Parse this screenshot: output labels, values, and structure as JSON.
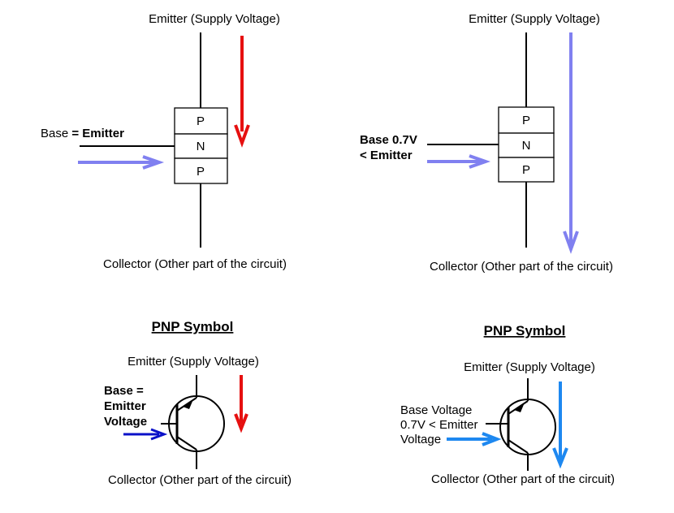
{
  "colors": {
    "red_arrow": "#e61010",
    "lavender_arrow": "#8080f0",
    "navy_arrow": "#0a10c8",
    "blue_arrow": "#1e88f0"
  },
  "panels": {
    "top_left": {
      "emitter_label": "Emitter (Supply Voltage)",
      "base_prefix": "Base ",
      "base_bold": "= Emitter",
      "layers": [
        "P",
        "N",
        "P"
      ],
      "collector_label": "Collector (Other part of the circuit)"
    },
    "top_right": {
      "emitter_label": "Emitter (Supply Voltage)",
      "base_line1": "Base 0.7V",
      "base_line2": "< Emitter",
      "layers": [
        "P",
        "N",
        "P"
      ],
      "collector_label": "Collector (Other part of the circuit)"
    },
    "bottom_left": {
      "title": "PNP Symbol",
      "emitter_label": "Emitter (Supply Voltage)",
      "base_line1": "Base =",
      "base_line2": "Emitter",
      "base_line3": "Voltage",
      "collector_label": "Collector (Other part of the circuit)"
    },
    "bottom_right": {
      "title": "PNP Symbol",
      "emitter_label": "Emitter (Supply Voltage)",
      "base_line1": "Base Voltage",
      "base_line2": "0.7V < Emitter",
      "base_line3": "Voltage",
      "collector_label": "Collector (Other part of the circuit)"
    }
  }
}
